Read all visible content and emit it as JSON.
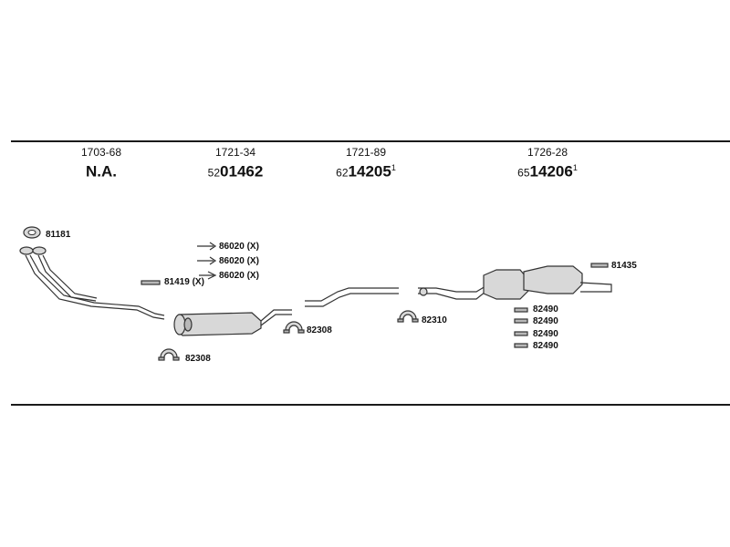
{
  "headers": [
    {
      "code": "1703-68",
      "prefix": "",
      "part": "N.A.",
      "sup": ""
    },
    {
      "code": "1721-34",
      "prefix": "52",
      "part": "01462",
      "sup": ""
    },
    {
      "code": "1721-89",
      "prefix": "62",
      "part": "14205",
      "sup": "1"
    },
    {
      "code": "1726-28",
      "prefix": "65",
      "part": "14206",
      "sup": "1"
    }
  ],
  "labels": {
    "gasket_front": "81181",
    "front_pipe_hanger": "81419 (X)",
    "bracket_1": "86020 (X)",
    "bracket_2": "86020 (X)",
    "bracket_3": "86020 (X)",
    "clamp_front": "82308",
    "clamp_mid": "82308",
    "clamp_rear": "82310",
    "rear_hanger": "81435",
    "rear_part_1": "82490",
    "rear_part_2": "82490",
    "rear_part_3": "82490",
    "rear_part_4": "82490"
  }
}
